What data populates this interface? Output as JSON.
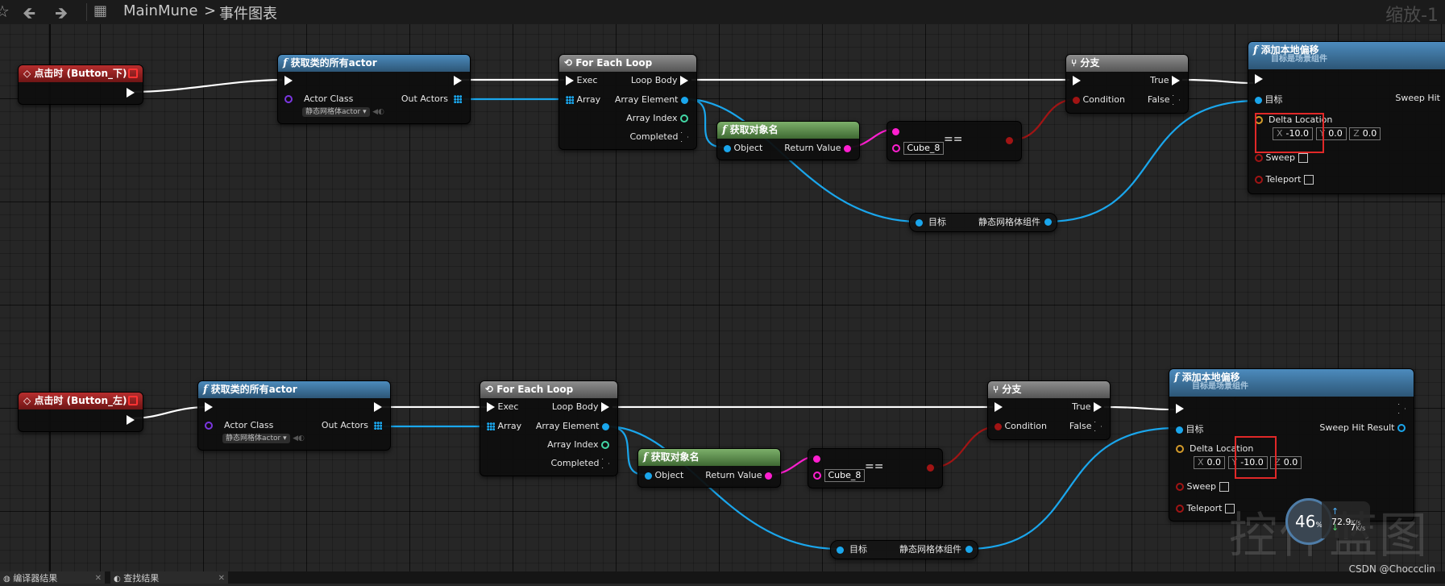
{
  "topbar": {
    "back_icon": "arrow-left-icon",
    "forward_icon": "arrow-right-icon",
    "graph_icon": "grid-icon",
    "crumb_root": "MainMune",
    "crumb_sep": ">",
    "crumb_current": "事件图表",
    "zoom": "缩放-1"
  },
  "graph1": {
    "event_title": "点击时 (Button_下)",
    "getall_title": "获取类的所有actor",
    "actor_class": "Actor Class",
    "out_actors": "Out Actors",
    "class_value": "静态网格体actor",
    "loop_title": "For Each Loop",
    "exec": "Exec",
    "loop_body": "Loop Body",
    "array": "Array",
    "array_element": "Array Element",
    "array_index": "Array Index",
    "completed": "Completed",
    "getname_title": "获取对象名",
    "object": "Object",
    "return_value": "Return Value",
    "eq_value": "Cube_8",
    "eq_symbol": "==",
    "branch_title": "分支",
    "condition": "Condition",
    "true_label": "True",
    "false_label": "False",
    "addoffset_title": "添加本地偏移",
    "addoffset_sub": "目标是场景组件",
    "target": "目标",
    "sweep_hit": "Sweep Hit",
    "delta_location": "Delta Location",
    "x_label": "X",
    "x": "-10.0",
    "y_label": "Y",
    "y": "0.0",
    "z_label": "Z",
    "z": "0.0",
    "sweep": "Sweep",
    "teleport": "Teleport",
    "cast_target": "目标",
    "cast_label": "静态网格体组件"
  },
  "graph2": {
    "event_title": "点击时 (Button_左)",
    "getall_title": "获取类的所有actor",
    "actor_class": "Actor Class",
    "out_actors": "Out Actors",
    "class_value": "静态网格体actor",
    "loop_title": "For Each Loop",
    "exec": "Exec",
    "loop_body": "Loop Body",
    "array": "Array",
    "array_element": "Array Element",
    "array_index": "Array Index",
    "completed": "Completed",
    "getname_title": "获取对象名",
    "object": "Object",
    "return_value": "Return Value",
    "eq_value": "Cube_8",
    "eq_symbol": "==",
    "branch_title": "分支",
    "condition": "Condition",
    "true_label": "True",
    "false_label": "False",
    "addoffset_title": "添加本地偏移",
    "addoffset_sub": "目标是场景组件",
    "target": "目标",
    "sweep_hit": "Sweep Hit Result",
    "delta_location": "Delta Location",
    "x_label": "X",
    "x": "0.0",
    "y_label": "Y",
    "y": "-10.0",
    "z_label": "Z",
    "z": "0.0",
    "sweep": "Sweep",
    "teleport": "Teleport",
    "cast_target": "目标",
    "cast_label": "静态网格体组件"
  },
  "tabs": [
    {
      "label": "编译器结果"
    },
    {
      "label": "查找结果"
    }
  ],
  "overlay": {
    "cpu": "46",
    "cpu_unit": "%",
    "up": "72.9",
    "up_unit": "K/s",
    "down": "7",
    "down_unit": "K/s",
    "watermark": "控件蓝图",
    "credit": "CSDN @Choccclin"
  },
  "colors": {
    "exec_wire": "#ffffff",
    "object_wire": "#1aa6ec",
    "string_wire": "#ff1fd0",
    "bool_wire": "#a11414",
    "highlight": "#e02828"
  }
}
